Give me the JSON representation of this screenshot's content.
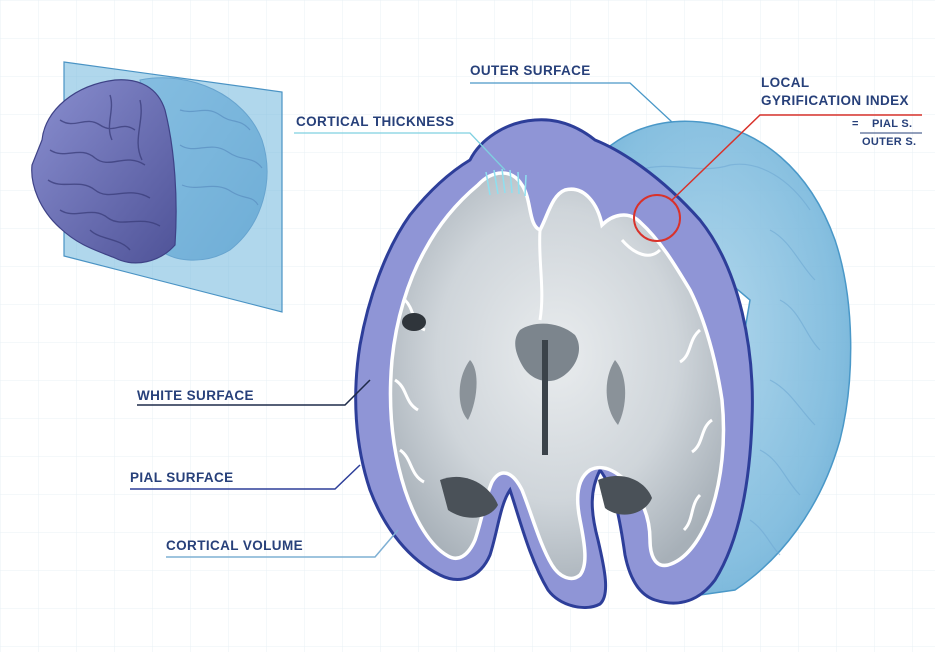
{
  "labels": {
    "outer_surface": "OUTER SURFACE",
    "cortical_thickness": "CORTICAL THICKNESS",
    "lgi_line1": "LOCAL",
    "lgi_line2": "GYRIFICATION INDEX",
    "lgi_equals": "=",
    "lgi_numerator": "PIAL S.",
    "lgi_denominator": "OUTER S.",
    "white_surface": "WHITE SURFACE",
    "pial_surface": "PIAL SURFACE",
    "cortical_volume": "CORTICAL VOLUME"
  },
  "colors": {
    "label_text": "#27407a",
    "pial": "#2d3e99",
    "white_matter_outline": "#ffffff",
    "outer_hull": "#5aa6d0",
    "lgi_marker": "#d9322b",
    "thickness_line": "#7fd0e0",
    "brain_3d": "#6f74b8"
  }
}
